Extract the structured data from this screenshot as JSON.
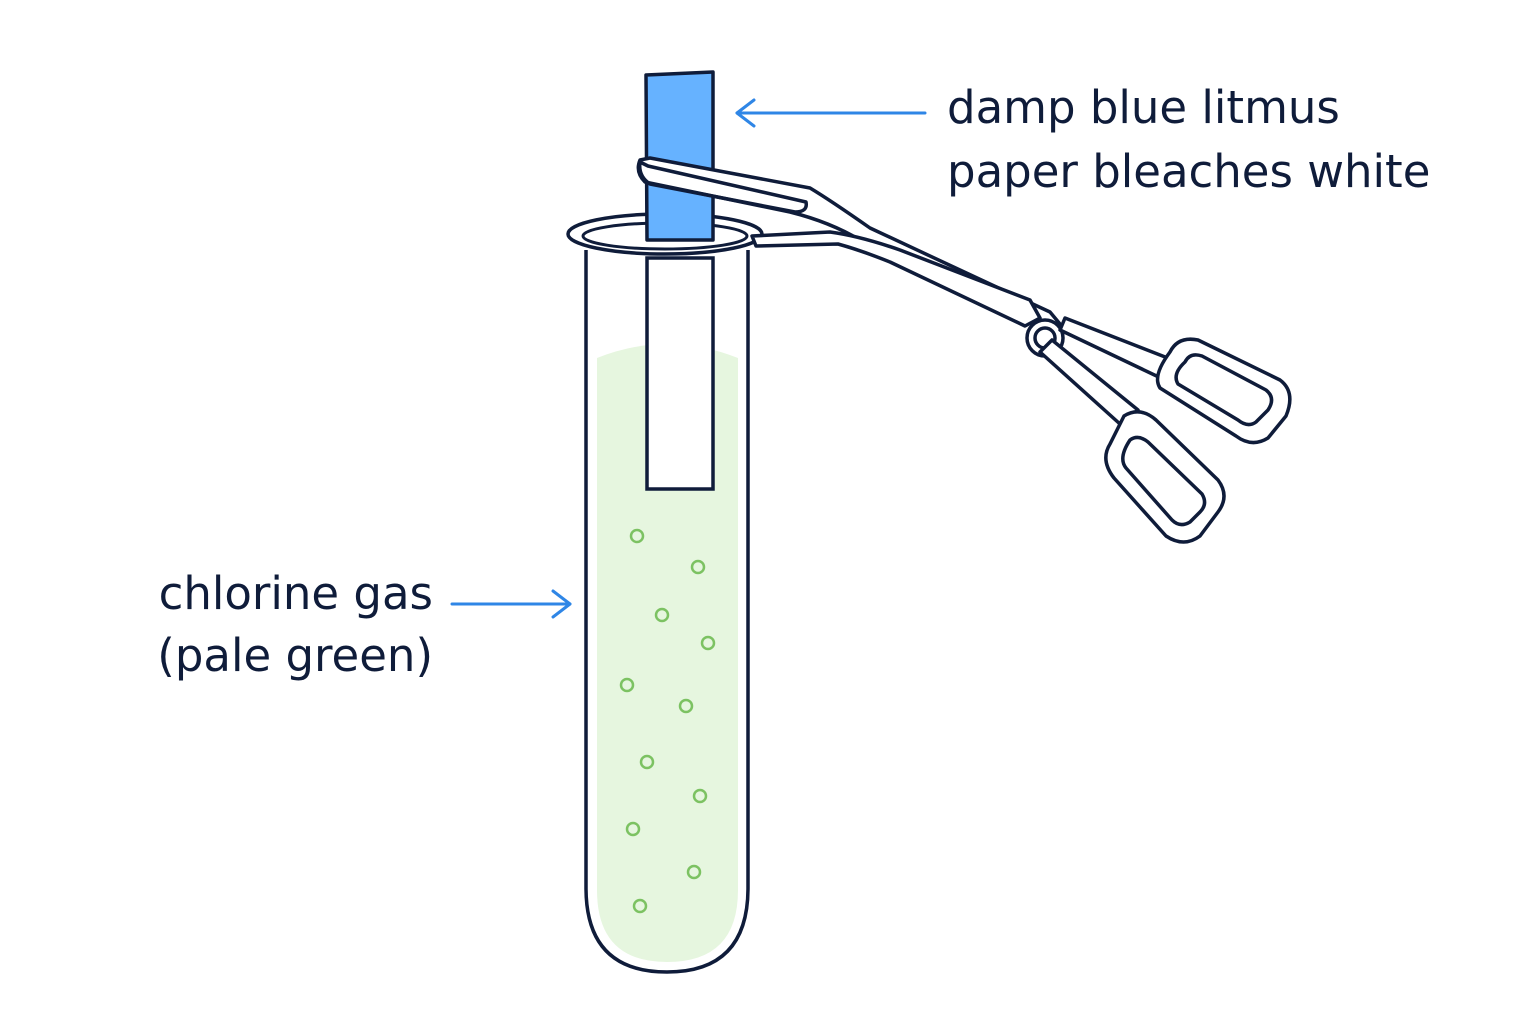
{
  "labels": {
    "litmus_line1": "damp blue litmus",
    "litmus_line2": "paper bleaches white",
    "gas_line1": "chlorine gas",
    "gas_line2": "(pale green)"
  },
  "colors": {
    "outline": "#0f1c3a",
    "arrow": "#2f86e6",
    "litmus_blue": "#66b2ff",
    "gas_fill": "#e6f6df",
    "bubble": "#7cc262",
    "text": "#0f1c3a",
    "background": "#ffffff"
  }
}
